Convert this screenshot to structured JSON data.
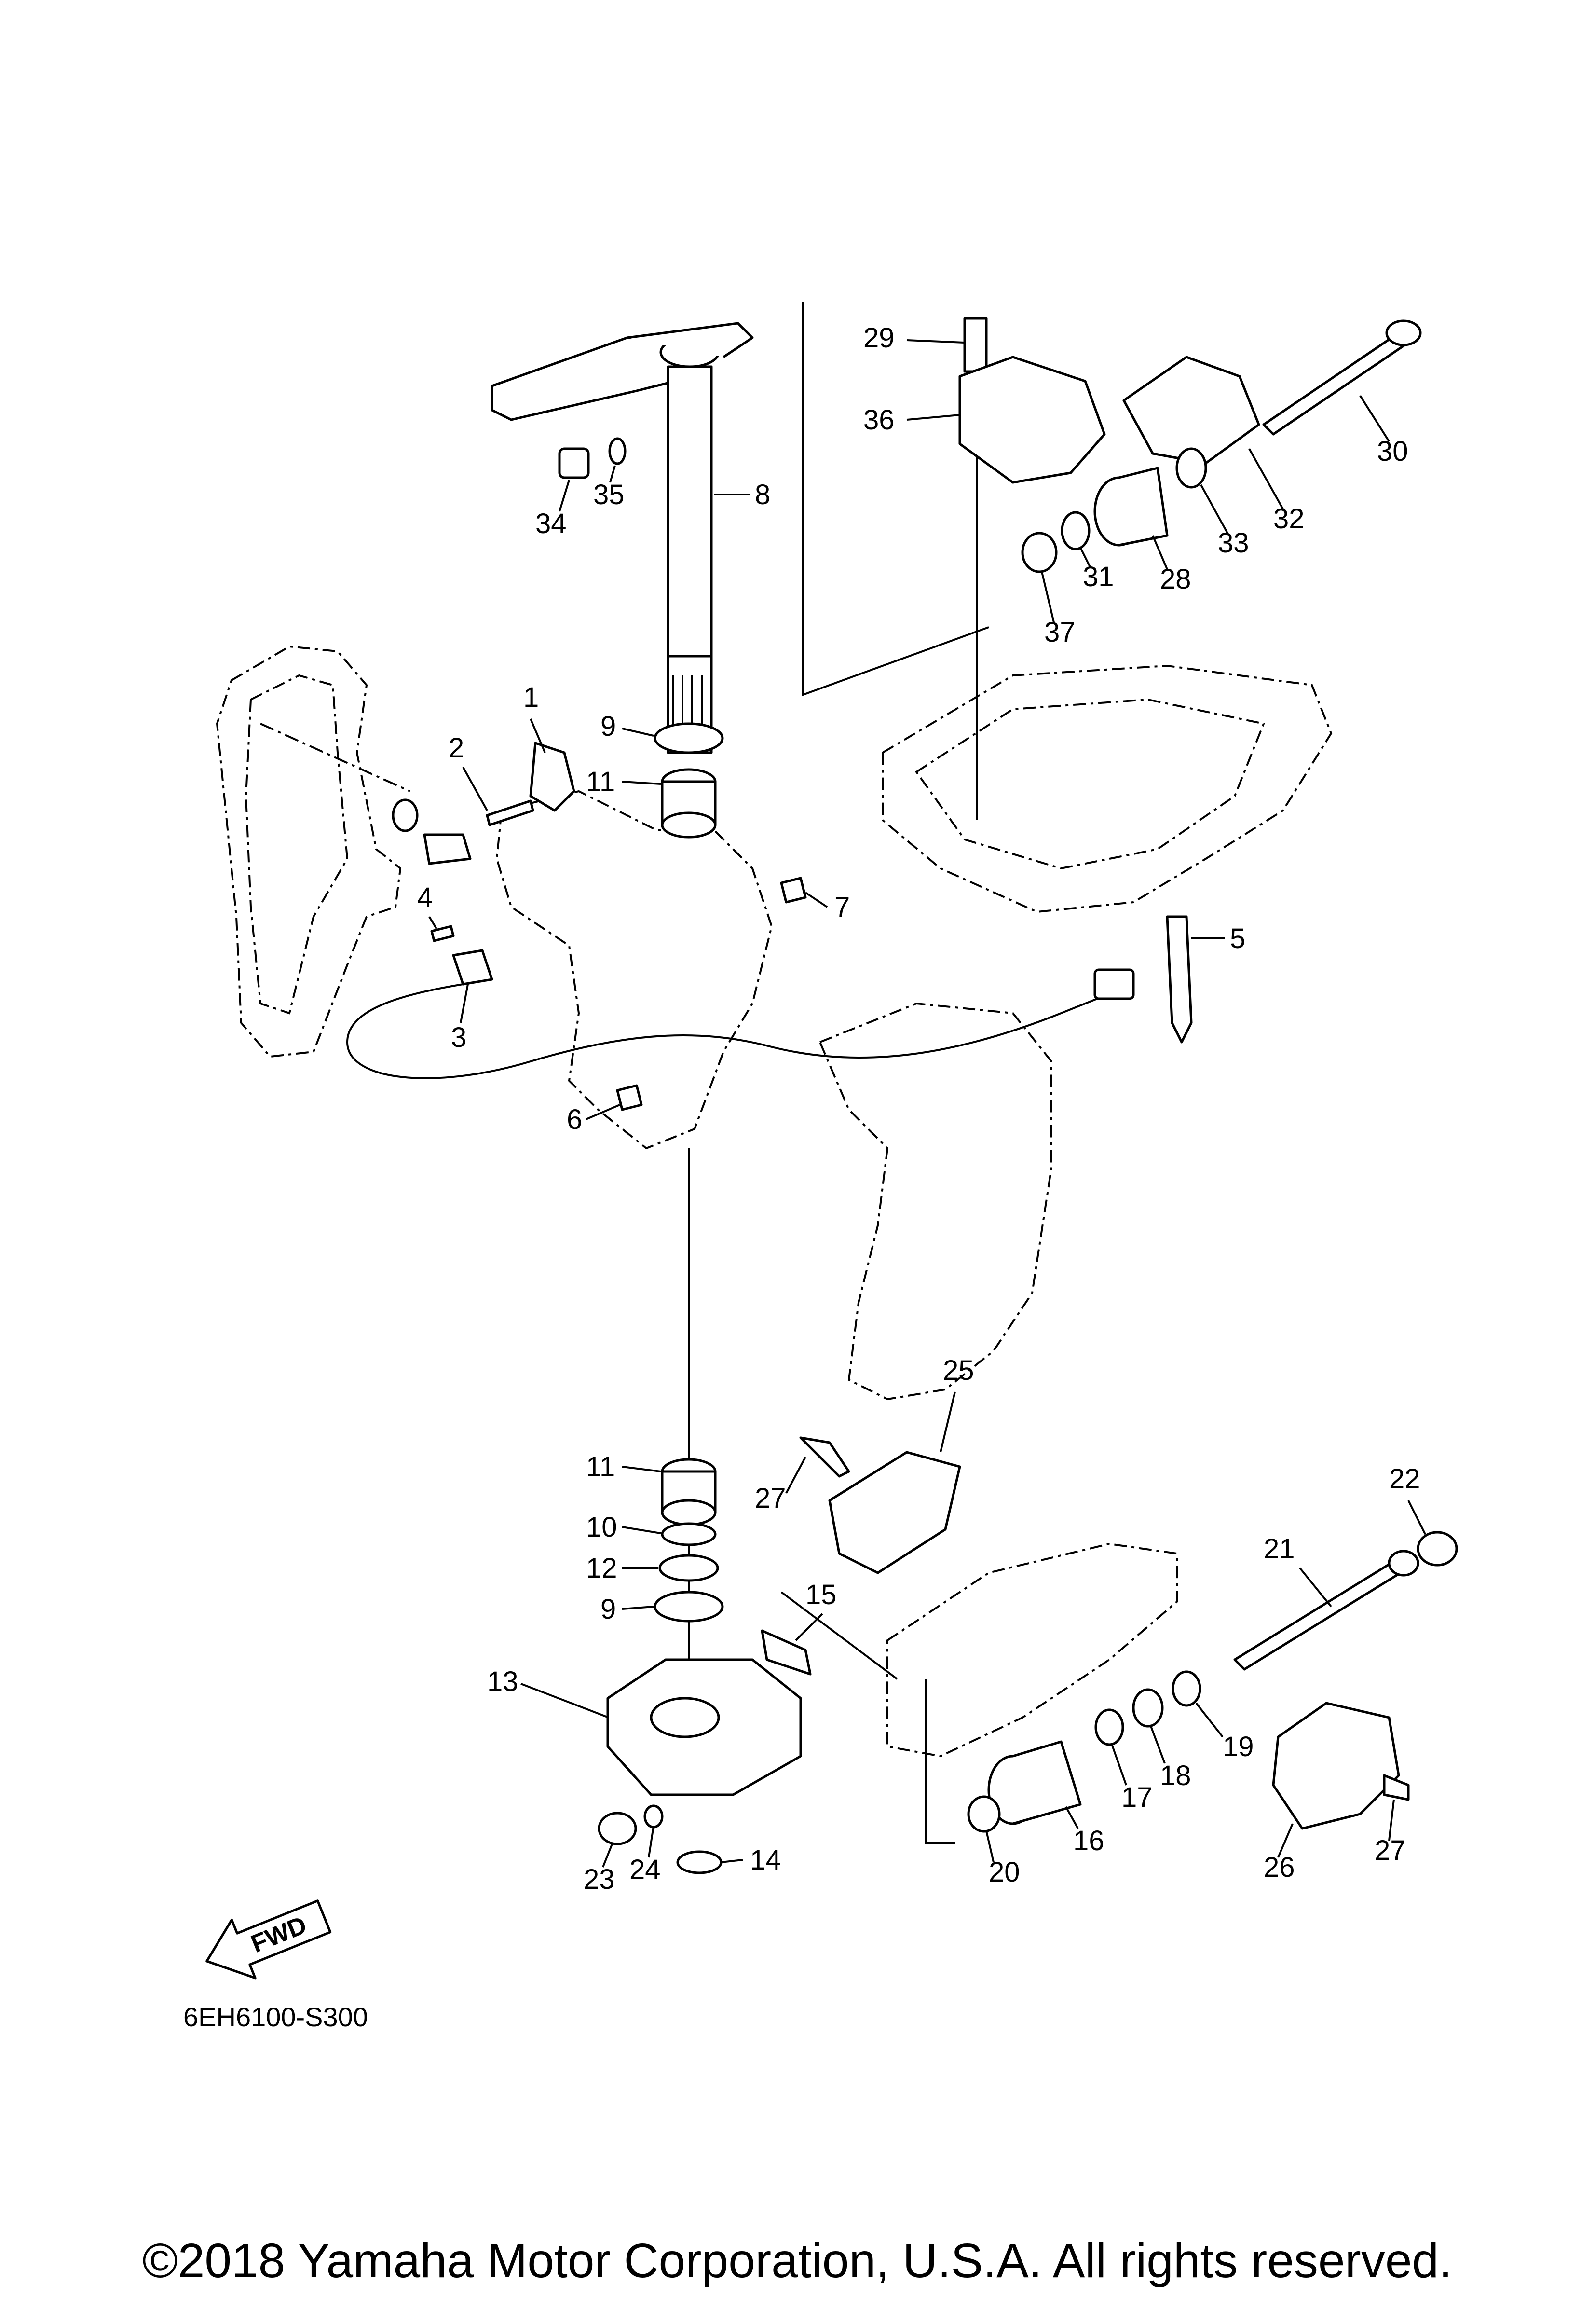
{
  "diagram": {
    "code": "6EH6100-S300",
    "copyright": "©2018 Yamaha Motor Corporation, U.S.A. All rights reserved.",
    "fwd_label": "FWD",
    "callouts": [
      {
        "id": "1",
        "text": "1"
      },
      {
        "id": "2",
        "text": "2"
      },
      {
        "id": "3",
        "text": "3"
      },
      {
        "id": "4",
        "text": "4"
      },
      {
        "id": "5",
        "text": "5"
      },
      {
        "id": "6",
        "text": "6"
      },
      {
        "id": "7",
        "text": "7"
      },
      {
        "id": "8",
        "text": "8"
      },
      {
        "id": "9a",
        "text": "9"
      },
      {
        "id": "9b",
        "text": "9"
      },
      {
        "id": "10",
        "text": "10"
      },
      {
        "id": "11a",
        "text": "11"
      },
      {
        "id": "11b",
        "text": "11"
      },
      {
        "id": "12",
        "text": "12"
      },
      {
        "id": "13",
        "text": "13"
      },
      {
        "id": "14",
        "text": "14"
      },
      {
        "id": "15",
        "text": "15"
      },
      {
        "id": "16",
        "text": "16"
      },
      {
        "id": "17",
        "text": "17"
      },
      {
        "id": "18",
        "text": "18"
      },
      {
        "id": "19",
        "text": "19"
      },
      {
        "id": "20",
        "text": "20"
      },
      {
        "id": "21",
        "text": "21"
      },
      {
        "id": "22",
        "text": "22"
      },
      {
        "id": "23",
        "text": "23"
      },
      {
        "id": "24",
        "text": "24"
      },
      {
        "id": "25",
        "text": "25"
      },
      {
        "id": "26",
        "text": "26"
      },
      {
        "id": "27a",
        "text": "27"
      },
      {
        "id": "27b",
        "text": "27"
      },
      {
        "id": "28",
        "text": "28"
      },
      {
        "id": "29",
        "text": "29"
      },
      {
        "id": "30",
        "text": "30"
      },
      {
        "id": "31",
        "text": "31"
      },
      {
        "id": "32",
        "text": "32"
      },
      {
        "id": "33",
        "text": "33"
      },
      {
        "id": "34",
        "text": "34"
      },
      {
        "id": "35",
        "text": "35"
      },
      {
        "id": "36",
        "text": "36"
      },
      {
        "id": "37",
        "text": "37"
      }
    ]
  }
}
